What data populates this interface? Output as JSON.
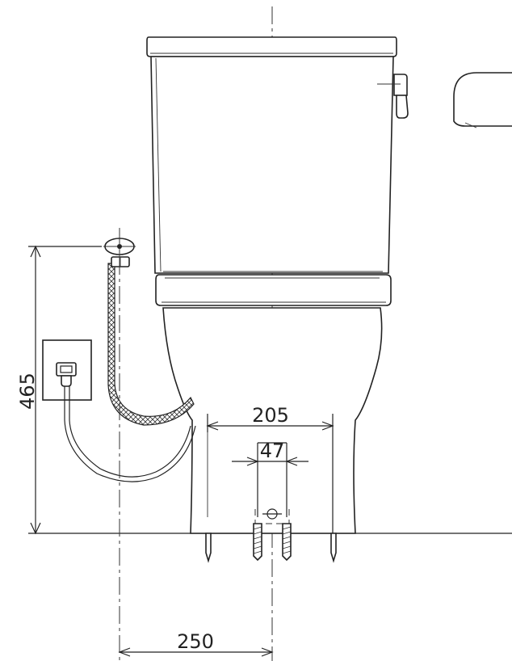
{
  "dimensions": {
    "height_label": "465",
    "bottom_width_label": "205",
    "bolt_spacing_label": "47",
    "wall_offset_label": "250"
  },
  "colors": {
    "line": "#222222",
    "background": "#ffffff",
    "hose_fill": "#d8d8d8"
  }
}
